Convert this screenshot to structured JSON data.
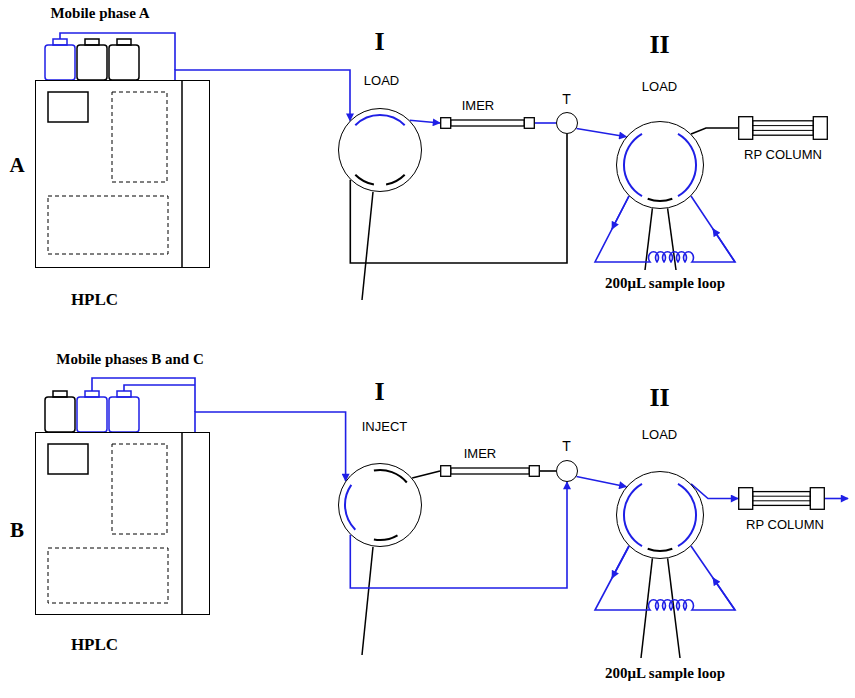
{
  "diagram": {
    "nodes": [
      {
        "text": [
          "HPLC"
        ]
      },
      {
        "text": [
          "I",
          "LOAD"
        ]
      },
      {
        "text": [
          "IMER"
        ]
      },
      {
        "text": [
          "T"
        ]
      },
      {
        "text": [
          "II",
          "LOAD"
        ]
      },
      {
        "text": [
          "RP COLUMN"
        ]
      },
      {
        "text": [
          "HPLC"
        ]
      },
      {
        "text": [
          "I",
          "INJECT"
        ]
      },
      {
        "text": [
          "IMER"
        ]
      },
      {
        "text": [
          "T"
        ]
      },
      {
        "text": [
          "II",
          "LOAD"
        ]
      },
      {
        "text": [
          "RP COLUMN"
        ]
      }
    ],
    "edges": [
      {
        "from": 0,
        "to": 1,
        "arrow": "to"
      },
      {
        "from": 1,
        "to": 2,
        "arrow": "to"
      },
      {
        "from": 2,
        "to": 3,
        "arrow": "none"
      },
      {
        "from": 1,
        "to": 3,
        "arrow": "none"
      },
      {
        "from": 3,
        "to": 4,
        "arrow": "to"
      },
      {
        "from": 4,
        "to": 5,
        "arrow": "none"
      },
      {
        "from": 6,
        "to": 7,
        "arrow": "to"
      },
      {
        "from": 7,
        "to": 8,
        "arrow": "none"
      },
      {
        "from": 8,
        "to": 9,
        "arrow": "none"
      },
      {
        "from": 7,
        "to": 9,
        "arrow": "to"
      },
      {
        "from": 9,
        "to": 10,
        "arrow": "to"
      },
      {
        "from": 10,
        "to": 11,
        "arrow": "to"
      }
    ],
    "labels": [
      "Mobile phase A",
      "A",
      "200μL sample loop",
      "Mobile phases B and C",
      "B",
      "200μL sample loop"
    ]
  }
}
